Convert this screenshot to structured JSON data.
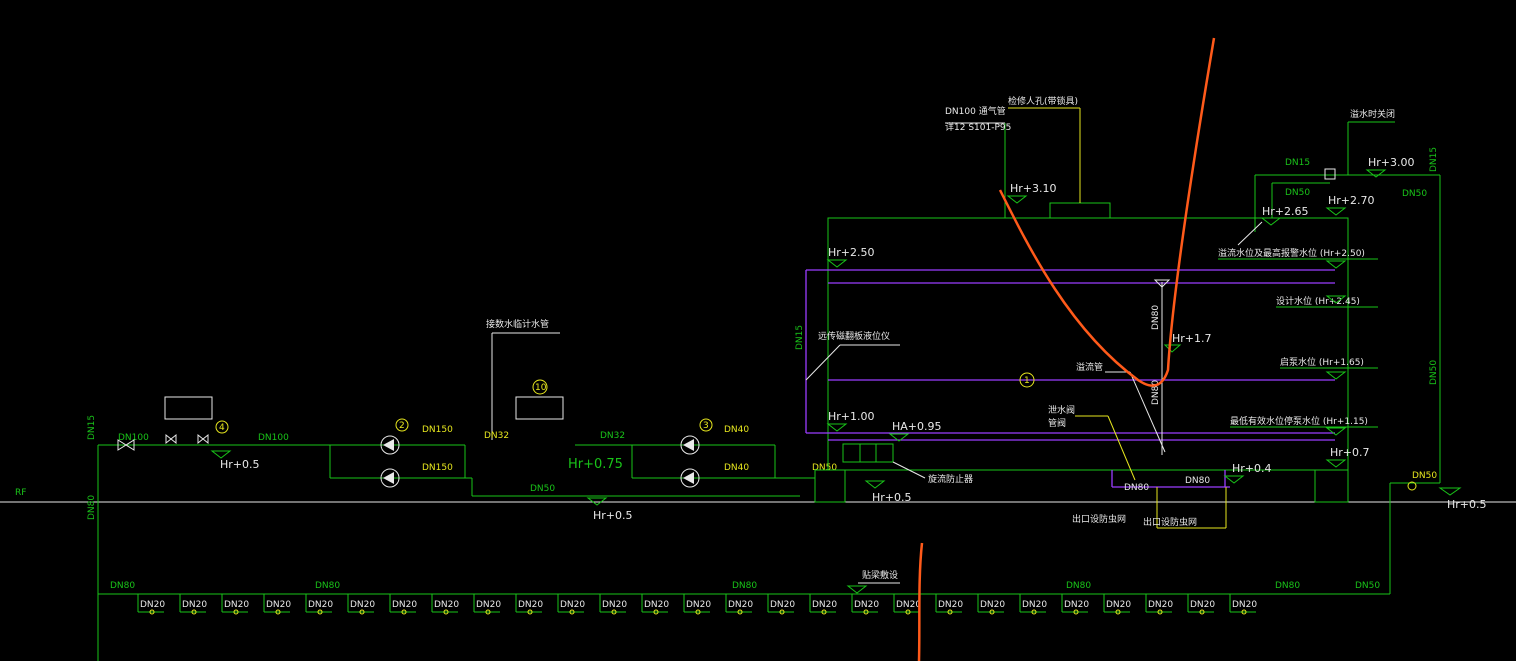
{
  "labels": {
    "rf": "RF",
    "exhaust_pipe": "DN100 通气管",
    "exhaust_ref": "详12 S101-P95",
    "manhole": "检修人孔(带锁具)",
    "close_when_full": "溢水时关闭",
    "overflow_alarm": "溢流水位及最高报警水位 (Hr+2.50)",
    "design_level": "设计水位 (Hr+2.45)",
    "pump_start_level": "启泵水位 (Hr+1.65)",
    "min_level": "最低有效水位停泵水位 (Hr+1.15)",
    "level_gauge": "远传磁翻板液位仪",
    "connect_meter": "接数水临计水管",
    "anti_vortex": "旋流防止器",
    "overflow_pipe": "溢流管",
    "drain_valve": "泄水阀",
    "drain_pipe": "管阀",
    "outlet_backflow_1": "出口设防虫网",
    "outlet_backflow_2": "出口设防虫网",
    "roof_lay": "贴梁敷设",
    "circle_1": "1",
    "circle_2": "2",
    "circle_3": "3",
    "circle_4": "4",
    "circle_10": "10"
  },
  "elevations": {
    "hr310": "Hr+3.10",
    "hr300": "Hr+3.00",
    "hr270": "Hr+2.70",
    "hr265": "Hr+2.65",
    "hr250": "Hr+2.50",
    "hr170": "Hr+1.7",
    "hr100": "Hr+1.00",
    "ha095": "HA+0.95",
    "hr075": "Hr+0.75",
    "hr07": "Hr+0.7",
    "hr04": "Hr+0.4",
    "hr05_a": "Hr+0.5",
    "hr05_b": "Hr+0.5",
    "hr05_c": "Hr+0.5",
    "hr05_d": "Hr+0.5"
  },
  "pipes": {
    "dn15_left": "DN15",
    "dn100_a": "DN100",
    "dn100_b": "DN100",
    "dn80_vert": "DN80",
    "dn150_a": "DN150",
    "dn150_b": "DN150",
    "dn32_a": "DN32",
    "dn32_b": "DN32",
    "dn40_a": "DN40",
    "dn40_b": "DN40",
    "dn50_mid": "DN50",
    "dn50_a": "DN50",
    "dn15_gauge": "DN15",
    "dn80_tank": "DN80",
    "dn80_drain": "DN80",
    "dn80_out": "DN80",
    "dn80_valve": "DN80",
    "dn15_top": "DN15",
    "dn50_top": "DN50",
    "dn50_right": "DN50",
    "dn15_right": "DN15",
    "dn50_vert": "DN50",
    "dn50_bottom_right": "DN50",
    "dn50_valve_r": "DN50",
    "dn80_b1": "DN80",
    "dn80_b2": "DN80",
    "dn80_b3": "DN80",
    "dn80_b4": "DN80",
    "dn80_b5": "DN80",
    "dn20": "DN20"
  },
  "colors": {
    "background": "#000000",
    "pipe_green": "#19c319",
    "water_purple": "#9b3cff",
    "annotation_white": "#e8e8e8",
    "tag_yellow": "#e6e61e",
    "markup_orange": "#ff5a1a"
  }
}
